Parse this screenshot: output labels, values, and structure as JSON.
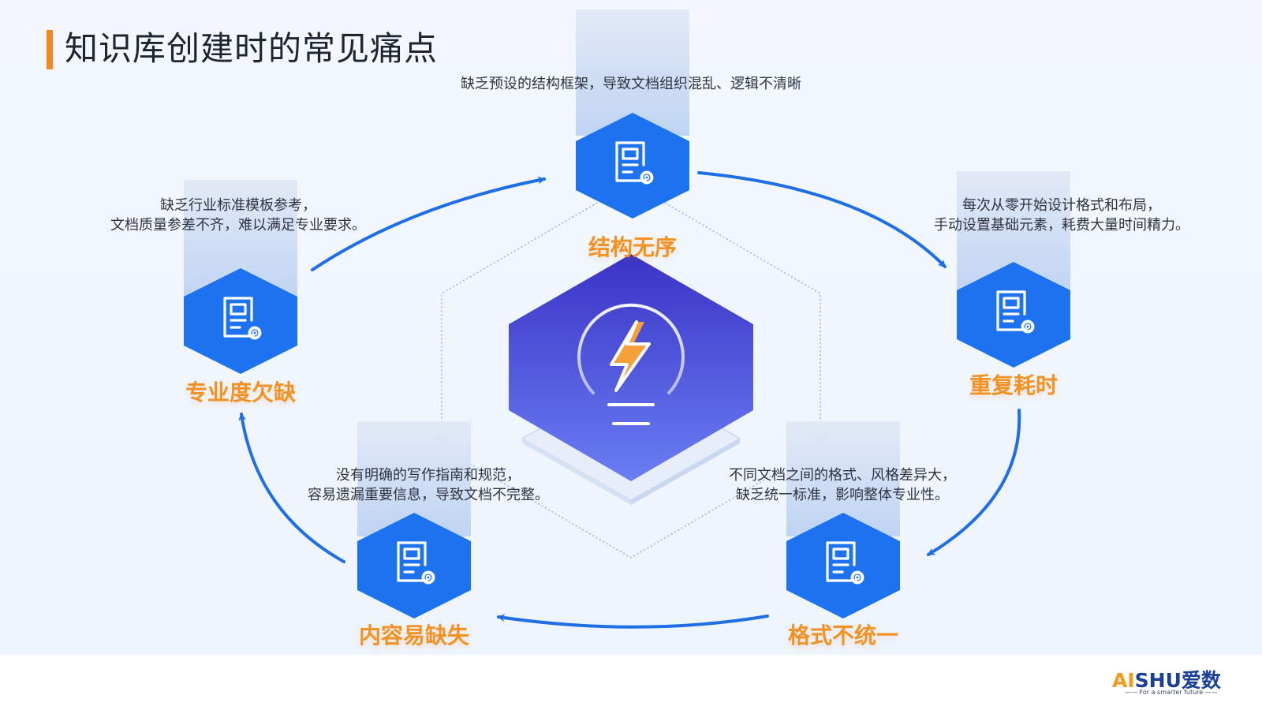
{
  "title": "知识库创建时的常见痛点",
  "nodes": [
    {
      "name": "结构无序",
      "desc": [
        "缺乏预设的结构框架，导致文档组织混乱、逻辑不清晰"
      ]
    },
    {
      "name": "重复耗时",
      "desc": [
        "每次从零开始设计格式和布局，",
        "手动设置基础元素，耗费大量时间精力。"
      ]
    },
    {
      "name": "格式不统一",
      "desc": [
        "不同文档之间的格式、风格差异大，",
        "缺乏统一标准，影响整体专业性。"
      ]
    },
    {
      "name": "内容易缺失",
      "desc": [
        "没有明确的写作指南和规范，",
        "容易遗漏重要信息，导致文档不完整。"
      ]
    },
    {
      "name": "专业度欠缺",
      "desc": [
        "缺乏行业标准模板参考，",
        "文档质量参差不齐，难以满足专业要求。"
      ]
    }
  ],
  "icons": {
    "node": "document-gear-icon",
    "center": "lightning-bulb-icon"
  },
  "colors": {
    "accent": "#f5871f",
    "label": "#f39224",
    "hex": "#1d72f0",
    "arrow": "#1e6ee6",
    "center_top": "#3a33c6",
    "center_bottom": "#6a7ef3"
  },
  "logo": {
    "brand_ai": "AI",
    "brand_rest": "SHU爱数",
    "tagline": "For a smarter future"
  }
}
